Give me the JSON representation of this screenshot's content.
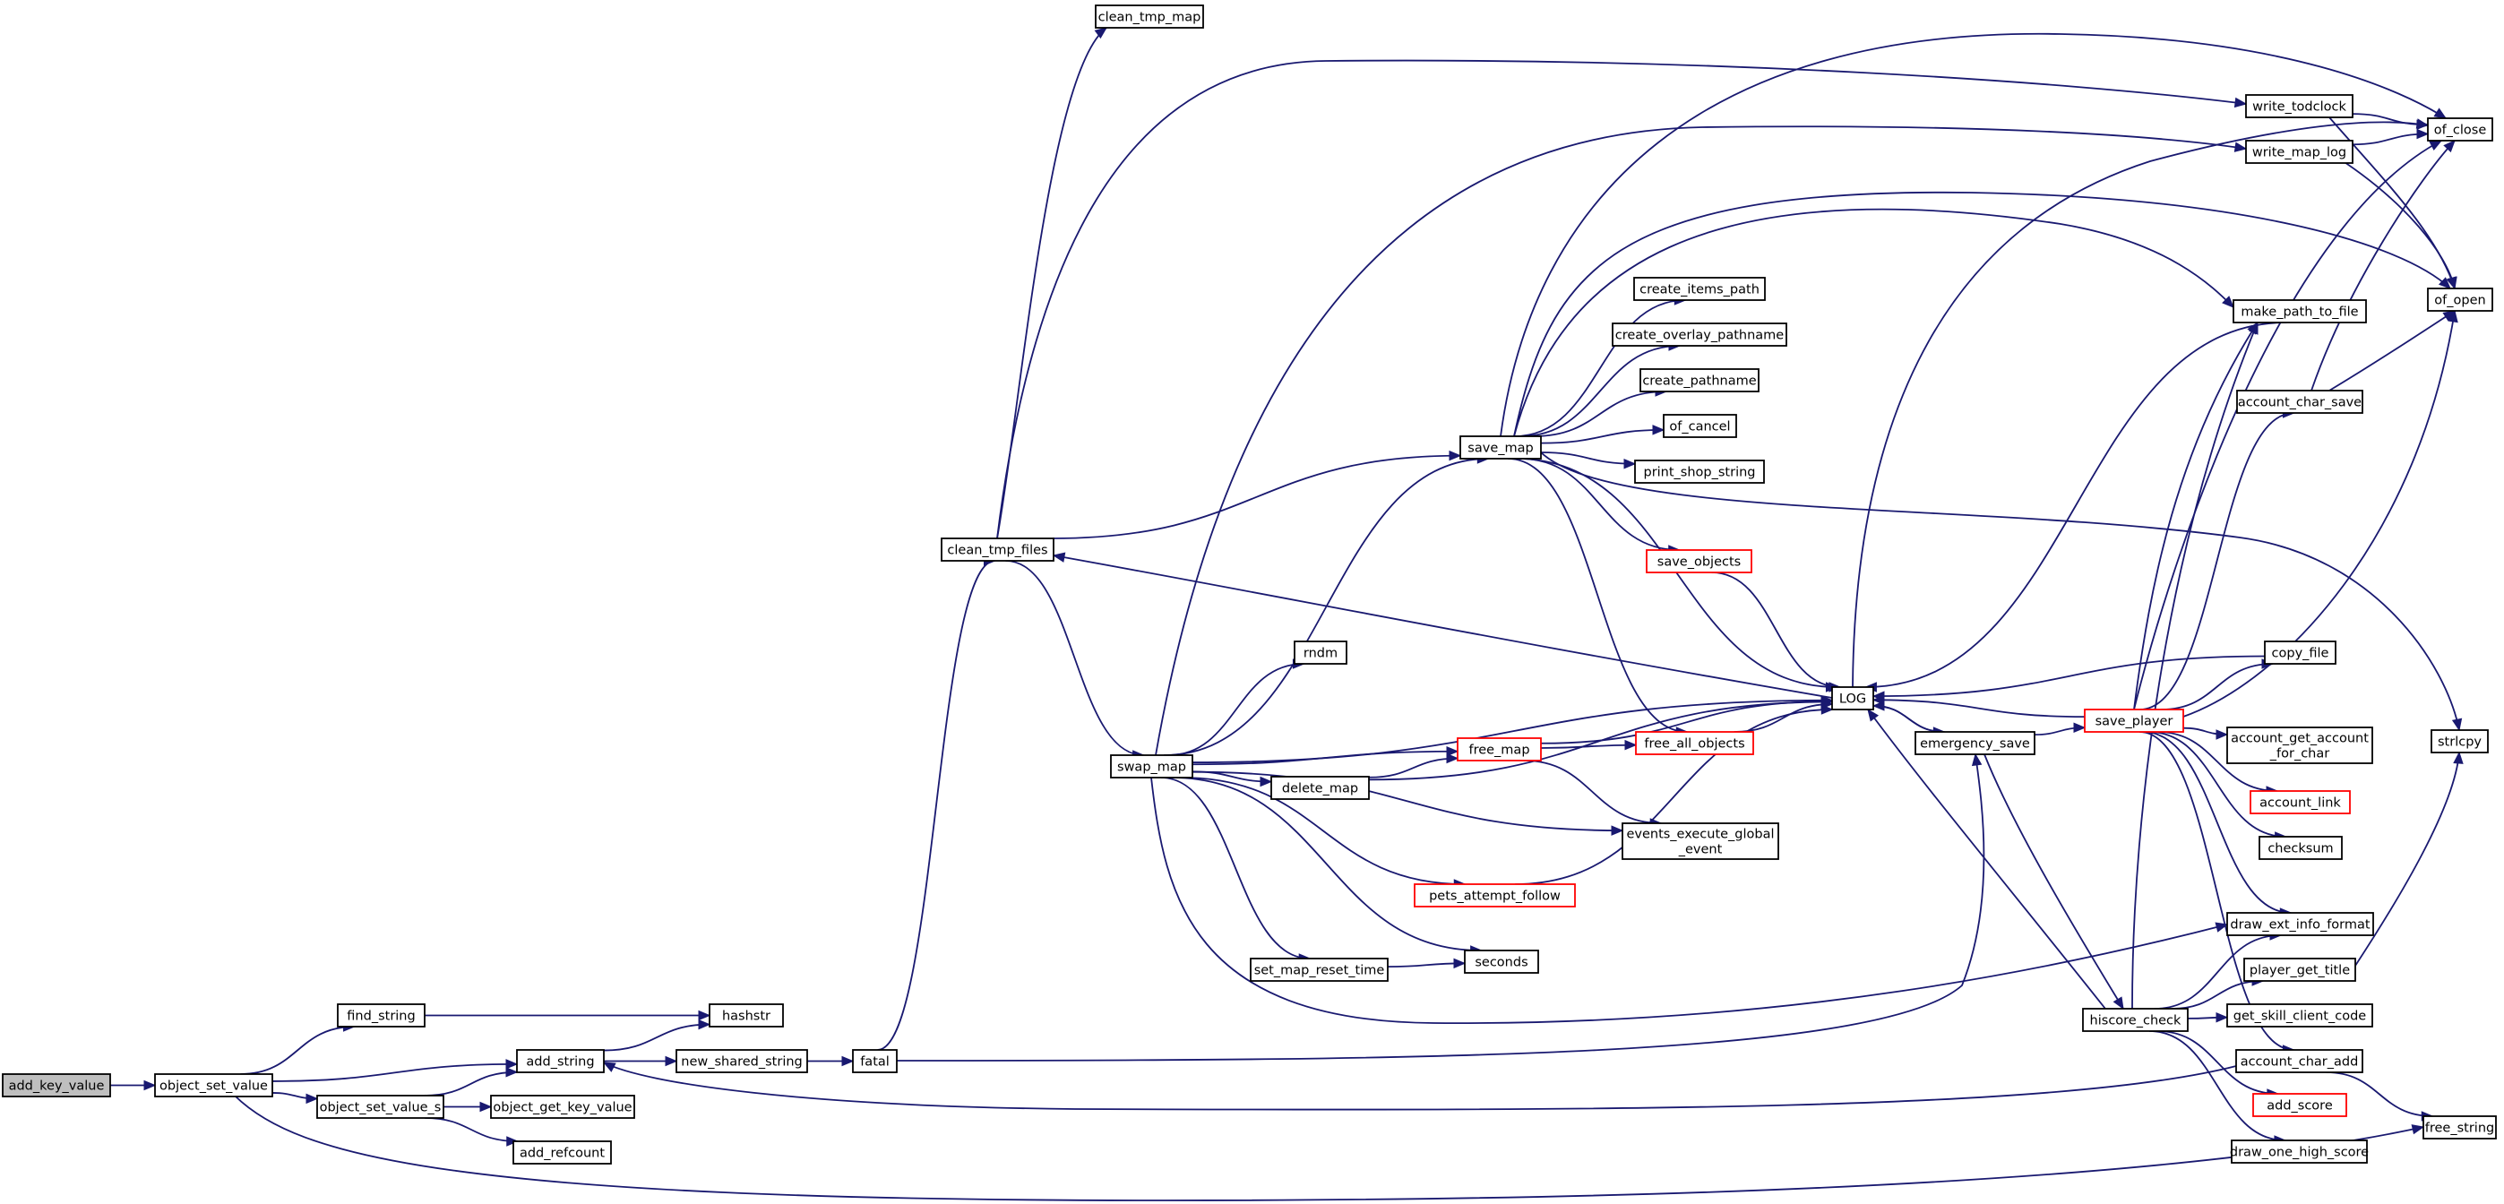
{
  "graph": {
    "type": "call-graph",
    "nodes": [
      {
        "id": "add_key_value",
        "label": "add_key_value",
        "start": true
      },
      {
        "id": "object_set_value",
        "label": "object_set_value"
      },
      {
        "id": "find_string",
        "label": "find_string"
      },
      {
        "id": "add_string",
        "label": "add_string"
      },
      {
        "id": "object_set_value_s",
        "label": "object_set_value_s"
      },
      {
        "id": "hashstr",
        "label": "hashstr"
      },
      {
        "id": "new_shared_string",
        "label": "new_shared_string"
      },
      {
        "id": "object_get_key_value",
        "label": "object_get_key_value"
      },
      {
        "id": "add_refcount",
        "label": "add_refcount"
      },
      {
        "id": "fatal",
        "label": "fatal"
      },
      {
        "id": "clean_tmp_files",
        "label": "clean_tmp_files"
      },
      {
        "id": "clean_tmp_map",
        "label": "clean_tmp_map"
      },
      {
        "id": "swap_map",
        "label": "swap_map"
      },
      {
        "id": "save_map",
        "label": "save_map"
      },
      {
        "id": "rndm",
        "label": "rndm"
      },
      {
        "id": "delete_map",
        "label": "delete_map"
      },
      {
        "id": "free_map",
        "label": "free_map",
        "red": true
      },
      {
        "id": "pets_attempt_follow",
        "label": "pets_attempt_follow",
        "red": true
      },
      {
        "id": "set_map_reset_time",
        "label": "set_map_reset_time"
      },
      {
        "id": "seconds",
        "label": "seconds"
      },
      {
        "id": "events_execute_global_event",
        "label": [
          "events_execute_global",
          "_event"
        ]
      },
      {
        "id": "create_items_path",
        "label": "create_items_path"
      },
      {
        "id": "create_overlay_pathname",
        "label": "create_overlay_pathname"
      },
      {
        "id": "create_pathname",
        "label": "create_pathname"
      },
      {
        "id": "of_cancel",
        "label": "of_cancel"
      },
      {
        "id": "print_shop_string",
        "label": "print_shop_string"
      },
      {
        "id": "save_objects",
        "label": "save_objects",
        "red": true
      },
      {
        "id": "LOG",
        "label": "LOG"
      },
      {
        "id": "free_all_objects",
        "label": "free_all_objects",
        "red": true
      },
      {
        "id": "emergency_save",
        "label": "emergency_save"
      },
      {
        "id": "save_player",
        "label": "save_player",
        "red": true
      },
      {
        "id": "hiscore_check",
        "label": "hiscore_check"
      },
      {
        "id": "write_todclock",
        "label": "write_todclock"
      },
      {
        "id": "write_map_log",
        "label": "write_map_log"
      },
      {
        "id": "of_close",
        "label": "of_close"
      },
      {
        "id": "of_open",
        "label": "of_open"
      },
      {
        "id": "make_path_to_file",
        "label": "make_path_to_file"
      },
      {
        "id": "account_char_save",
        "label": "account_char_save"
      },
      {
        "id": "copy_file",
        "label": "copy_file"
      },
      {
        "id": "account_get_account_for_char",
        "label": [
          "account_get_account",
          "_for_char"
        ]
      },
      {
        "id": "account_link",
        "label": "account_link",
        "red": true
      },
      {
        "id": "checksum",
        "label": "checksum"
      },
      {
        "id": "draw_ext_info_format",
        "label": "draw_ext_info_format"
      },
      {
        "id": "player_get_title",
        "label": "player_get_title"
      },
      {
        "id": "get_skill_client_code",
        "label": "get_skill_client_code"
      },
      {
        "id": "account_char_add",
        "label": "account_char_add"
      },
      {
        "id": "add_score",
        "label": "add_score",
        "red": true
      },
      {
        "id": "draw_one_high_score",
        "label": "draw_one_high_score"
      },
      {
        "id": "strlcpy",
        "label": "strlcpy"
      },
      {
        "id": "free_string",
        "label": "free_string"
      }
    ],
    "edges": [
      [
        "add_key_value",
        "object_set_value"
      ],
      [
        "object_set_value",
        "find_string"
      ],
      [
        "object_set_value",
        "add_string"
      ],
      [
        "object_set_value",
        "object_set_value_s"
      ],
      [
        "object_set_value",
        "free_string"
      ],
      [
        "find_string",
        "hashstr"
      ],
      [
        "add_string",
        "hashstr"
      ],
      [
        "add_string",
        "new_shared_string"
      ],
      [
        "object_set_value_s",
        "add_string"
      ],
      [
        "object_set_value_s",
        "object_get_key_value"
      ],
      [
        "object_set_value_s",
        "add_refcount"
      ],
      [
        "new_shared_string",
        "fatal"
      ],
      [
        "fatal",
        "clean_tmp_files"
      ],
      [
        "fatal",
        "emergency_save"
      ],
      [
        "clean_tmp_files",
        "clean_tmp_map"
      ],
      [
        "clean_tmp_files",
        "save_map"
      ],
      [
        "clean_tmp_files",
        "swap_map"
      ],
      [
        "clean_tmp_files",
        "write_todclock"
      ],
      [
        "swap_map",
        "save_map"
      ],
      [
        "swap_map",
        "rndm"
      ],
      [
        "swap_map",
        "LOG"
      ],
      [
        "swap_map",
        "free_map"
      ],
      [
        "swap_map",
        "delete_map"
      ],
      [
        "swap_map",
        "events_execute_global_event"
      ],
      [
        "swap_map",
        "pets_attempt_follow"
      ],
      [
        "swap_map",
        "set_map_reset_time"
      ],
      [
        "swap_map",
        "seconds"
      ],
      [
        "swap_map",
        "write_map_log"
      ],
      [
        "swap_map",
        "draw_ext_info_format"
      ],
      [
        "delete_map",
        "free_map"
      ],
      [
        "delete_map",
        "LOG"
      ],
      [
        "free_map",
        "free_all_objects"
      ],
      [
        "free_map",
        "LOG"
      ],
      [
        "free_map",
        "events_execute_global_event"
      ],
      [
        "set_map_reset_time",
        "seconds"
      ],
      [
        "pets_attempt_follow",
        "LOG"
      ],
      [
        "save_map",
        "create_items_path"
      ],
      [
        "save_map",
        "create_overlay_pathname"
      ],
      [
        "save_map",
        "create_pathname"
      ],
      [
        "save_map",
        "of_cancel"
      ],
      [
        "save_map",
        "print_shop_string"
      ],
      [
        "save_map",
        "save_objects"
      ],
      [
        "save_map",
        "LOG"
      ],
      [
        "save_map",
        "free_all_objects"
      ],
      [
        "save_map",
        "make_path_to_file"
      ],
      [
        "save_map",
        "of_close"
      ],
      [
        "save_map",
        "of_open"
      ],
      [
        "save_map",
        "strlcpy"
      ],
      [
        "save_objects",
        "LOG"
      ],
      [
        "free_all_objects",
        "LOG"
      ],
      [
        "LOG",
        "clean_tmp_files"
      ],
      [
        "LOG",
        "emergency_save"
      ],
      [
        "LOG",
        "of_close"
      ],
      [
        "emergency_save",
        "LOG"
      ],
      [
        "emergency_save",
        "save_player"
      ],
      [
        "emergency_save",
        "hiscore_check"
      ],
      [
        "save_player",
        "LOG"
      ],
      [
        "save_player",
        "make_path_to_file"
      ],
      [
        "save_player",
        "account_char_save"
      ],
      [
        "save_player",
        "copy_file"
      ],
      [
        "save_player",
        "account_get_account_for_char"
      ],
      [
        "save_player",
        "account_link"
      ],
      [
        "save_player",
        "checksum"
      ],
      [
        "save_player",
        "draw_ext_info_format"
      ],
      [
        "save_player",
        "account_char_add"
      ],
      [
        "save_player",
        "of_open"
      ],
      [
        "save_player",
        "of_close"
      ],
      [
        "make_path_to_file",
        "LOG"
      ],
      [
        "copy_file",
        "LOG"
      ],
      [
        "account_char_save",
        "of_close"
      ],
      [
        "account_char_save",
        "of_open"
      ],
      [
        "write_todclock",
        "of_close"
      ],
      [
        "write_todclock",
        "of_open"
      ],
      [
        "write_map_log",
        "of_close"
      ],
      [
        "write_map_log",
        "of_open"
      ],
      [
        "hiscore_check",
        "LOG"
      ],
      [
        "hiscore_check",
        "draw_ext_info_format"
      ],
      [
        "hiscore_check",
        "player_get_title"
      ],
      [
        "hiscore_check",
        "get_skill_client_code"
      ],
      [
        "hiscore_check",
        "add_score"
      ],
      [
        "hiscore_check",
        "draw_one_high_score"
      ],
      [
        "hiscore_check",
        "make_path_to_file"
      ],
      [
        "account_char_add",
        "add_string"
      ],
      [
        "account_char_add",
        "free_string"
      ],
      [
        "player_get_title",
        "strlcpy"
      ]
    ]
  }
}
